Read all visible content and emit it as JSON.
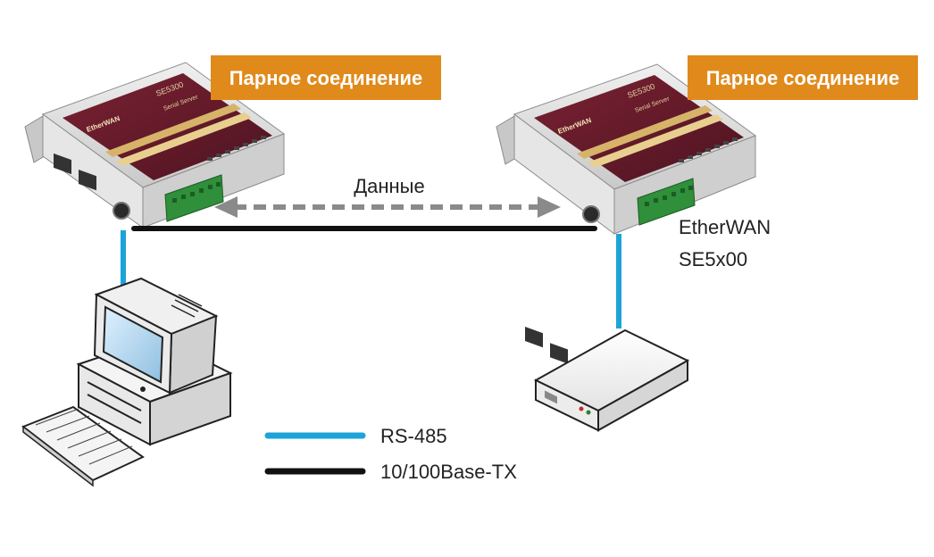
{
  "devices": [
    {
      "badge_label": "Парное соединение",
      "model_label": "SE5300",
      "sublabel": "Serial Server",
      "brand": "EtherWAN"
    },
    {
      "badge_label": "Парное соединение",
      "model_label": "SE5300",
      "sublabel": "Serial Server",
      "brand": "EtherWAN"
    }
  ],
  "data_arrow_label": "Данные",
  "device_caption": {
    "line1": "EtherWAN",
    "line2": "SE5x00"
  },
  "legend": [
    {
      "label": "RS-485",
      "color": "#1ea3d8"
    },
    {
      "label": "10/100Base-TX",
      "color": "#111111"
    }
  ],
  "colors": {
    "badge": "#e08a1c",
    "rs485": "#1ea3d8",
    "ethernet": "#111111",
    "data_arrow": "#8a8a8a",
    "device_body": "#d9d9d9",
    "device_top": "#6a1b2a",
    "terminal_block": "#2f8f3a"
  },
  "icons": {
    "device_left": "serial-server-icon",
    "device_right": "serial-server-icon",
    "computer": "desktop-computer-icon",
    "keyboard": "keyboard-icon",
    "serial_device": "serial-device-box-icon"
  }
}
